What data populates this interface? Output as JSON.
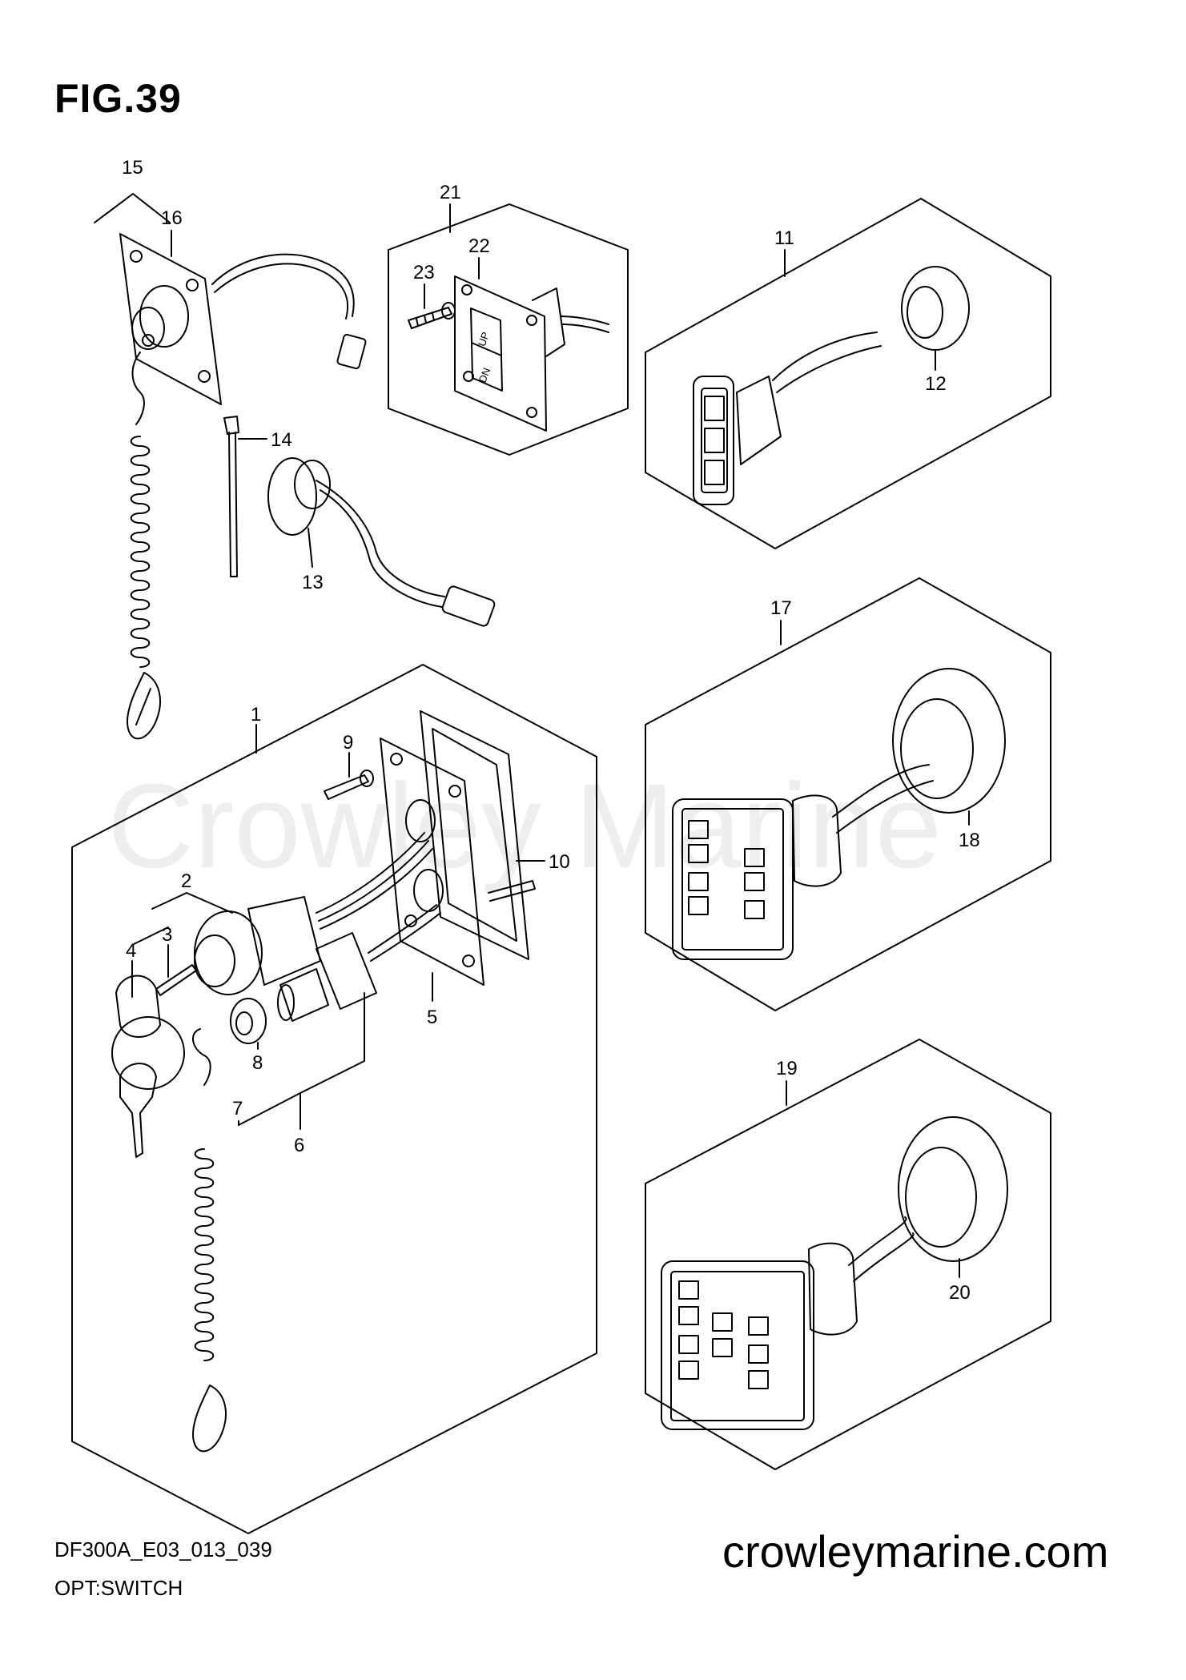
{
  "figure": {
    "title": "FIG.39",
    "footer_code": "DF300A_E03_013_039",
    "footer_name": "OPT:SWITCH",
    "website": "crowleymarine.com",
    "watermark": "Crowley Marine"
  },
  "callouts": [
    {
      "id": "c1",
      "label": "1"
    },
    {
      "id": "c2",
      "label": "2"
    },
    {
      "id": "c3",
      "label": "3"
    },
    {
      "id": "c4",
      "label": "4"
    },
    {
      "id": "c5",
      "label": "5"
    },
    {
      "id": "c6",
      "label": "6"
    },
    {
      "id": "c7",
      "label": "7"
    },
    {
      "id": "c8",
      "label": "8"
    },
    {
      "id": "c9",
      "label": "9"
    },
    {
      "id": "c10",
      "label": "10"
    },
    {
      "id": "c11",
      "label": "11"
    },
    {
      "id": "c12",
      "label": "12"
    },
    {
      "id": "c13",
      "label": "13"
    },
    {
      "id": "c14",
      "label": "14"
    },
    {
      "id": "c15",
      "label": "15"
    },
    {
      "id": "c16",
      "label": "16"
    },
    {
      "id": "c17",
      "label": "17"
    },
    {
      "id": "c18",
      "label": "18"
    },
    {
      "id": "c19",
      "label": "19"
    },
    {
      "id": "c20",
      "label": "20"
    },
    {
      "id": "c21",
      "label": "21"
    },
    {
      "id": "c22",
      "label": "22"
    },
    {
      "id": "c23",
      "label": "23"
    }
  ],
  "switch_labels": {
    "trim_up": "UP",
    "trim_down": "DN"
  }
}
